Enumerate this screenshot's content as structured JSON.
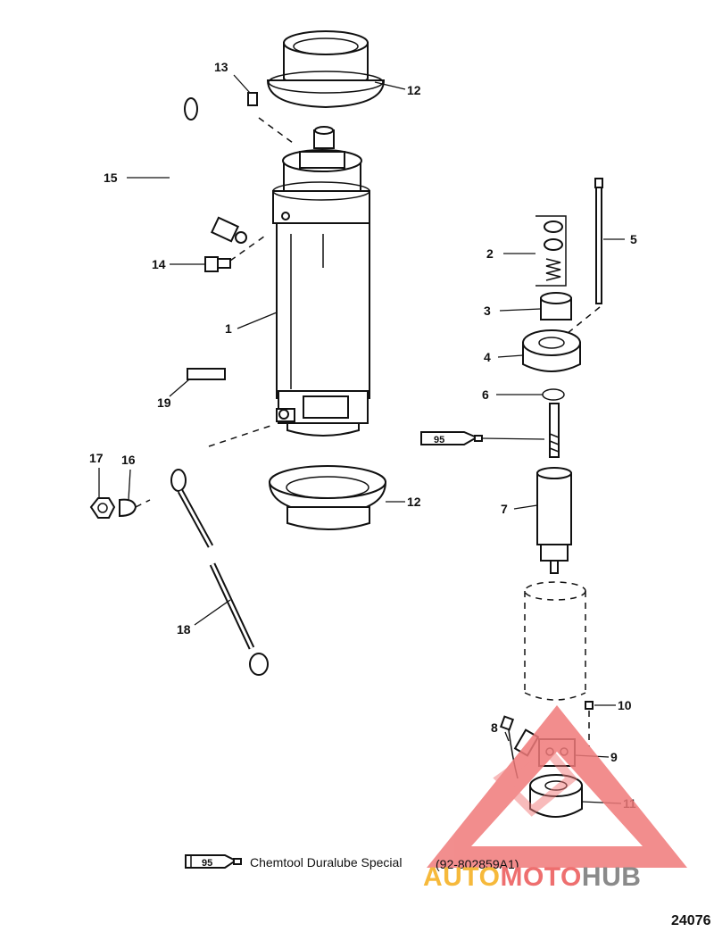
{
  "callouts": {
    "c1": "1",
    "c2": "2",
    "c3": "3",
    "c4": "4",
    "c5": "5",
    "c6": "6",
    "c7": "7",
    "c8": "8",
    "c9": "9",
    "c10": "10",
    "c11": "11",
    "c12a": "12",
    "c12b": "12",
    "c13": "13",
    "c14": "14",
    "c15": "15",
    "c16": "16",
    "c17": "17",
    "c18": "18",
    "c19": "19"
  },
  "tube_label": "95",
  "legend": {
    "tube_label": "95",
    "description": "Chemtool Duralube Special",
    "part_number": "(92-802859A1)"
  },
  "watermark": {
    "part1": "AUTO",
    "part2": "MOTO",
    "part3": "HUB",
    "colors": {
      "part1": "#f6b93b",
      "part2": "#ee6f6f",
      "part3": "#8a8a8a",
      "triangle": "#f07a7a"
    }
  },
  "figure_number": "24076"
}
